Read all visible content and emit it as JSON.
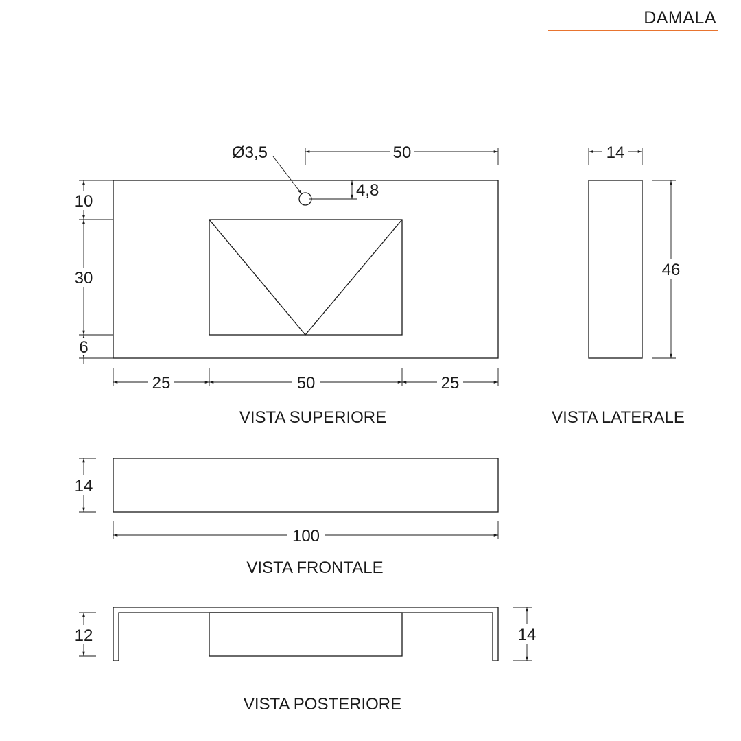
{
  "brand": {
    "name": "DAMALA",
    "accent_color": "#e8742f"
  },
  "views": {
    "top": {
      "title": "VISTA SUPERIORE",
      "dims": {
        "hole_diameter": "Ø3,5",
        "hole_offset_x": "50",
        "hole_offset_y": "4,8",
        "back_margin": "10",
        "basin_depth": "30",
        "front_margin": "6",
        "left_margin": "25",
        "basin_width": "50",
        "right_margin": "25"
      }
    },
    "side": {
      "title": "VISTA LATERALE",
      "dims": {
        "width": "14",
        "depth": "46"
      }
    },
    "front": {
      "title": "VISTA FRONTALE",
      "dims": {
        "height": "14",
        "length": "100"
      }
    },
    "back": {
      "title": "VISTA POSTERIORE",
      "dims": {
        "inner_height": "12",
        "total_height": "14"
      }
    }
  }
}
